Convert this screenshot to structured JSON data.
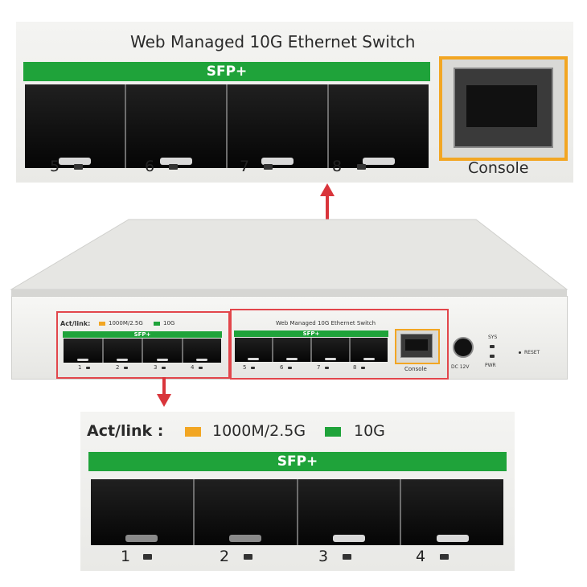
{
  "top_zoom": {
    "title": "Web Managed 10G Ethernet Switch",
    "sfp_label": "SFP+",
    "ports": [
      "5",
      "6",
      "7",
      "8"
    ],
    "console_label": "Console"
  },
  "device": {
    "legend_label": "Act/link:",
    "legend_items": [
      {
        "label": "1000M/2.5G",
        "color": "#f2a623"
      },
      {
        "label": "10G",
        "color": "#1fa33a"
      }
    ],
    "left_sfp_label": "SFP+",
    "left_ports": [
      "1",
      "2",
      "3",
      "4"
    ],
    "right_title": "Web Managed 10G Ethernet Switch",
    "right_sfp_label": "SFP+",
    "right_ports": [
      "5",
      "6",
      "7",
      "8"
    ],
    "console_label": "Console",
    "dc_label": "DC 12V",
    "sys_label": "SYS",
    "pwr_label": "PWR",
    "reset_label": "RESET"
  },
  "bottom_zoom": {
    "legend_label": "Act/link :",
    "legend_items": [
      {
        "label": "1000M/2.5G",
        "color": "#f2a623"
      },
      {
        "label": "10G",
        "color": "#1fa33a"
      }
    ],
    "sfp_label": "SFP+",
    "ports": [
      "1",
      "2",
      "3",
      "4"
    ]
  },
  "colors": {
    "highlight_red": "#e2464b",
    "arrow_red": "#d9353b",
    "sfp_green": "#1fa33a",
    "console_orange": "#f2a623"
  }
}
